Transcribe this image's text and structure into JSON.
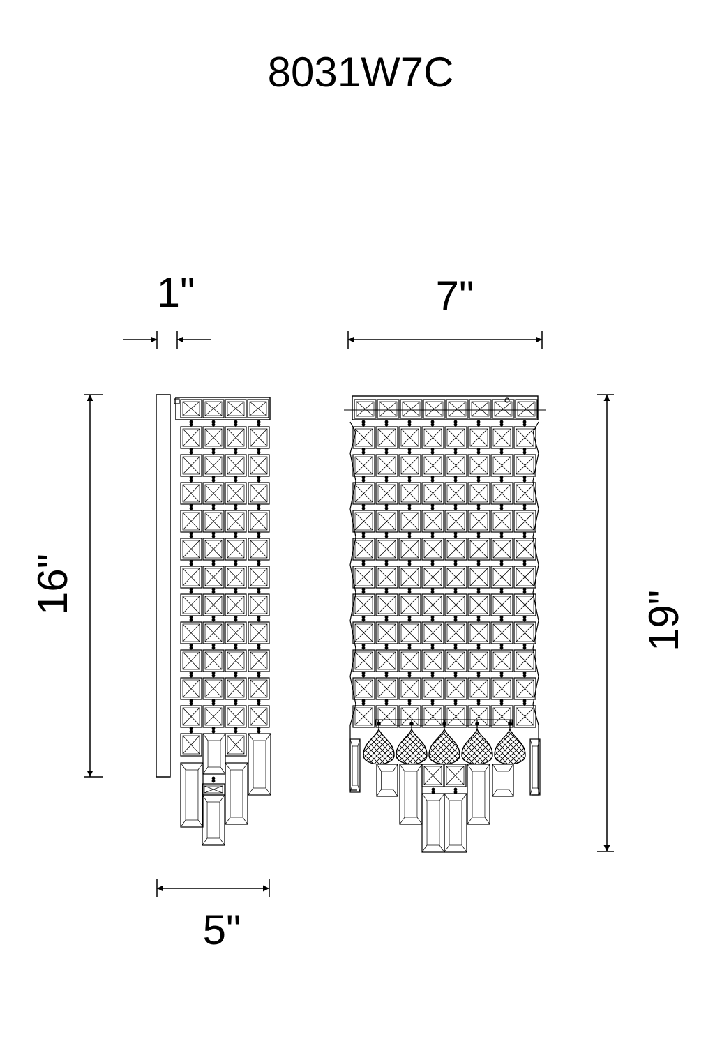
{
  "model": "8031W7C",
  "dimensions": {
    "depth": "1\"",
    "width_front": "7\"",
    "height_side": "16\"",
    "height_front": "19\"",
    "width_side": "5\""
  }
}
